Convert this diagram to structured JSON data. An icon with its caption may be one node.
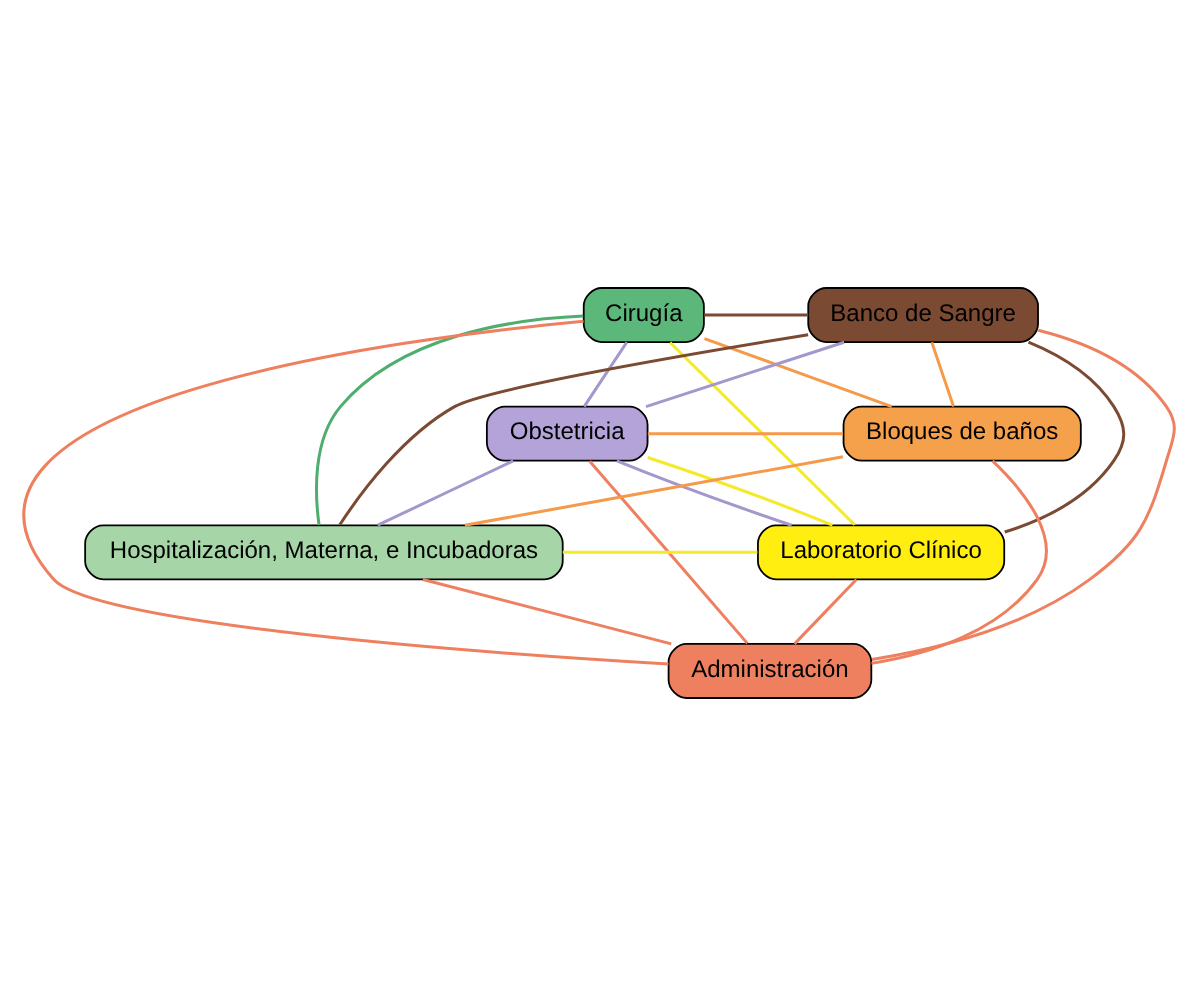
{
  "diagram": {
    "nodes": [
      {
        "text": [
          "Cirugía"
        ]
      },
      {
        "text": [
          "Banco de Sangre"
        ]
      },
      {
        "text": [
          "Obstetricia"
        ]
      },
      {
        "text": [
          "Bloques de baños"
        ]
      },
      {
        "text": [
          "Hospitalización, Materna, e Incubadoras"
        ]
      },
      {
        "text": [
          "Laboratorio Clínico"
        ]
      },
      {
        "text": [
          "Administración"
        ]
      }
    ],
    "edges": [
      {
        "from": 0,
        "to": 1,
        "arrow": "none",
        "color": "#7b4a33"
      },
      {
        "from": 0,
        "to": 5,
        "arrow": "none",
        "color": "#f5e92a"
      },
      {
        "from": 0,
        "to": 2,
        "arrow": "none",
        "color": "#a497cc"
      },
      {
        "from": 0,
        "to": 4,
        "arrow": "none",
        "color": "#4fae6f"
      },
      {
        "from": 0,
        "to": 6,
        "arrow": "none"
      },
      {
        "from": 0,
        "to": 3,
        "arrow": "none",
        "color": "#f59a4a"
      },
      {
        "from": 2,
        "to": 1,
        "arrow": "none",
        "color": "#a497cc"
      },
      {
        "from": 2,
        "to": 6,
        "arrow": "none"
      },
      {
        "from": 2,
        "to": 3,
        "arrow": "none",
        "color": "#f59a4a"
      },
      {
        "from": 2,
        "to": 5,
        "arrow": "none",
        "color": "#a497cc"
      },
      {
        "from": 2,
        "to": 5,
        "arrow": "none",
        "color": "#f5e92a"
      },
      {
        "from": 2,
        "to": 4,
        "arrow": "none",
        "color": "#a497cc"
      },
      {
        "from": 3,
        "to": 1,
        "arrow": "none",
        "color": "#f59a4a"
      },
      {
        "from": 3,
        "to": 4,
        "arrow": "none",
        "color": "#f59a4a"
      },
      {
        "from": 3,
        "to": 6,
        "arrow": "none"
      },
      {
        "from": 1,
        "to": 6,
        "arrow": "none"
      },
      {
        "from": 1,
        "to": 4,
        "arrow": "none",
        "color": "#7b4a33"
      },
      {
        "from": 1,
        "to": 5,
        "arrow": "none",
        "color": "#7b4a33"
      },
      {
        "from": 4,
        "to": 5,
        "arrow": "none",
        "color": "#f5e92a"
      },
      {
        "from": 4,
        "to": 6,
        "arrow": "none"
      },
      {
        "from": 5,
        "to": 6,
        "arrow": "none"
      }
    ]
  }
}
